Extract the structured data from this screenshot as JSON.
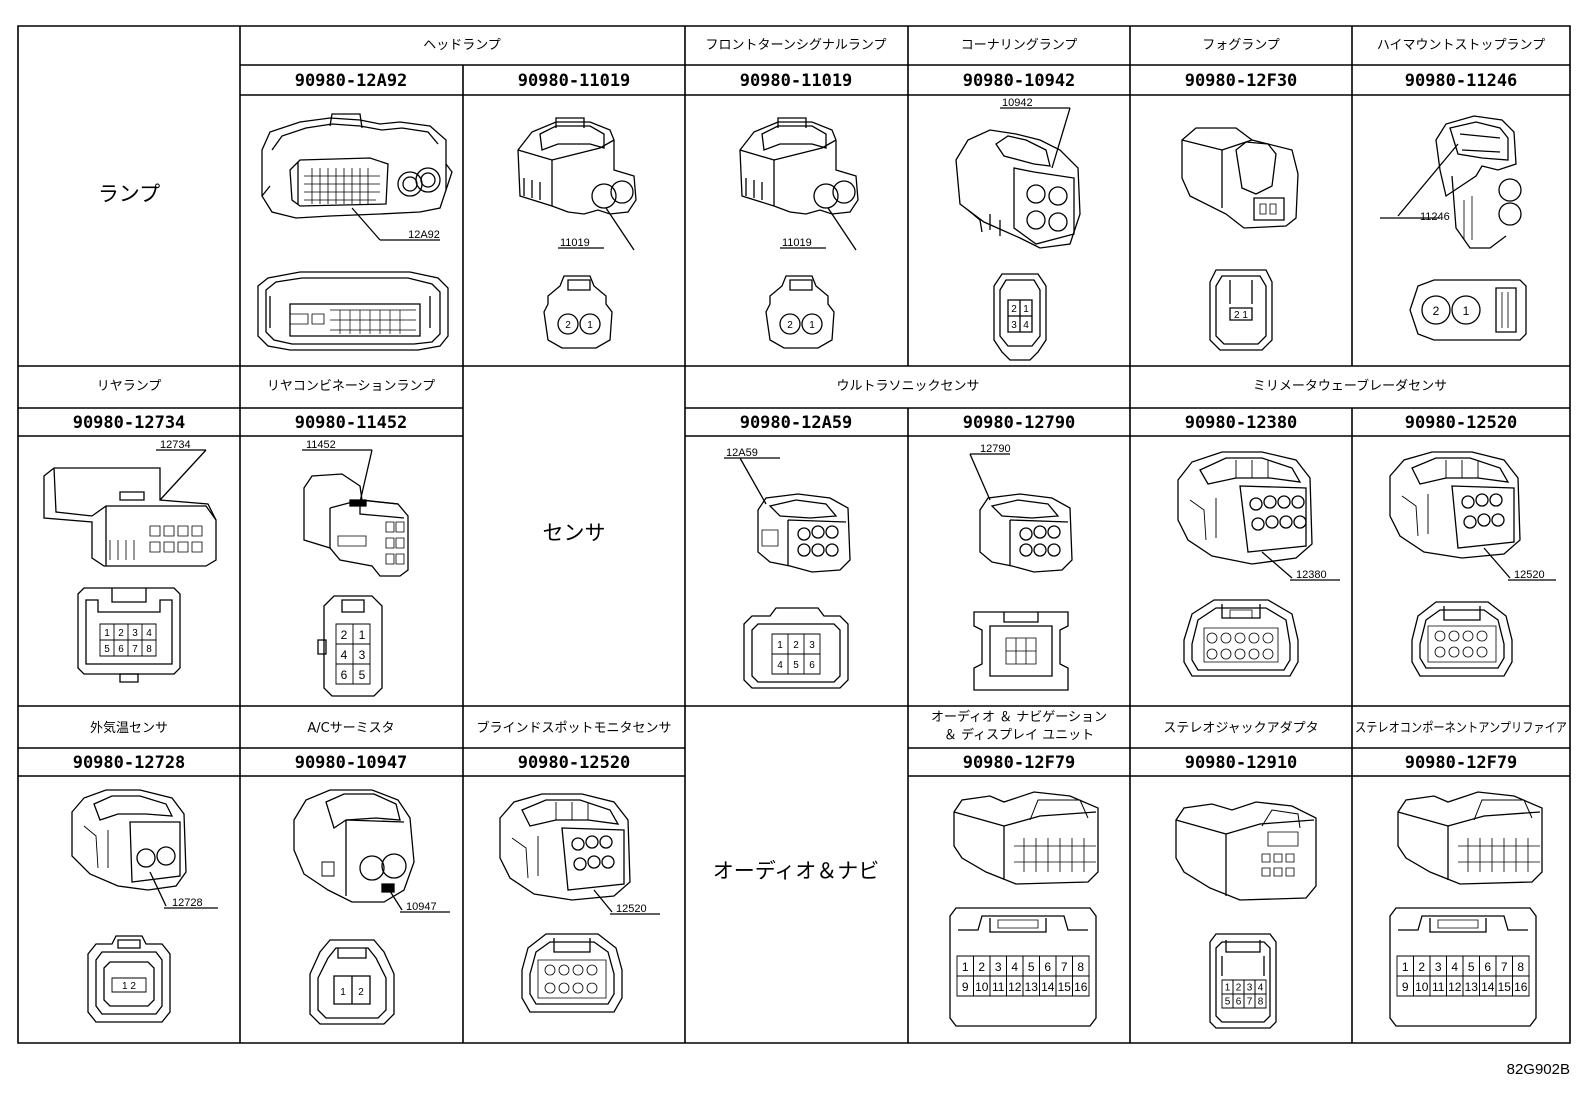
{
  "sections": {
    "lamp": "ランプ",
    "sensor": "センサ",
    "audio_navi": "オーディオ＆ナビ"
  },
  "categories": {
    "headlamp": "ヘッドランプ",
    "front_turn_signal": "フロントターンシグナルランプ",
    "cornering": "コーナリングランプ",
    "fog": "フォグランプ",
    "high_mount_stop": "ハイマウントストップランプ",
    "rear_lamp": "リヤランプ",
    "rear_combination": "リヤコンビネーションランプ",
    "ultrasonic": "ウルトラソニックセンサ",
    "millimeter_wave": "ミリメータウェーブレーダセンサ",
    "outside_temp": "外気温センサ",
    "ac_thermistor": "A/Cサーミスタ",
    "blind_spot": "ブラインドスポットモニタセンサ",
    "audio_nav_display_line1": "オーディオ ＆ ナビゲーション",
    "audio_nav_display_line2": "＆ ディスプレイ ユニット",
    "stereo_jack": "ステレオジャックアダプタ",
    "stereo_component_amp": "ステレオコンポーネントアンプリファイア"
  },
  "part_numbers": {
    "p1": "90980-12A92",
    "p2": "90980-11019",
    "p3": "90980-11019",
    "p4": "90980-10942",
    "p5": "90980-12F30",
    "p6": "90980-11246",
    "p7": "90980-12734",
    "p8": "90980-11452",
    "p9": "90980-12A59",
    "p10": "90980-12790",
    "p11": "90980-12380",
    "p12": "90980-12520",
    "p13": "90980-12728",
    "p14": "90980-10947",
    "p15": "90980-12520",
    "p16": "90980-12F79",
    "p17": "90980-12910",
    "p18": "90980-12F79"
  },
  "callouts": {
    "c1": "12A92",
    "c2": "11019",
    "c3": "11019",
    "c4": "10942",
    "c6": "11246",
    "c7": "12734",
    "c8": "11452",
    "c9": "12A59",
    "c10": "12790",
    "c11": "12380",
    "c12": "12520",
    "c13": "12728",
    "c14": "10947",
    "c15": "12520"
  },
  "pins": {
    "two_left": "2",
    "two_right": "1",
    "p4_1": "1",
    "p4_2": "2",
    "p4_3": "3",
    "p4_4": "4",
    "p5_pins": "2 1",
    "p7_1": "1",
    "p7_2": "2",
    "p7_3": "3",
    "p7_4": "4",
    "p7_5": "5",
    "p7_6": "6",
    "p7_7": "7",
    "p7_8": "8",
    "p8_1": "2",
    "p8_2": "1",
    "p8_3": "4",
    "p8_4": "3",
    "p8_5": "6",
    "p8_6": "5",
    "p9_1": "1",
    "p9_2": "2",
    "p9_3": "3",
    "p9_4": "4",
    "p9_5": "5",
    "p9_6": "6",
    "p13_pins": "1 2",
    "p14_1": "1",
    "p14_2": "2",
    "p16_row1": [
      "1",
      "2",
      "3",
      "4",
      "5",
      "6",
      "7",
      "8"
    ],
    "p16_row2": [
      "9",
      "10",
      "11",
      "12",
      "13",
      "14",
      "15",
      "16"
    ],
    "p17_row1": [
      "1",
      "2",
      "3",
      "4"
    ],
    "p17_row2": [
      "5",
      "6",
      "7",
      "8"
    ]
  },
  "drawing_code": "82G902B"
}
